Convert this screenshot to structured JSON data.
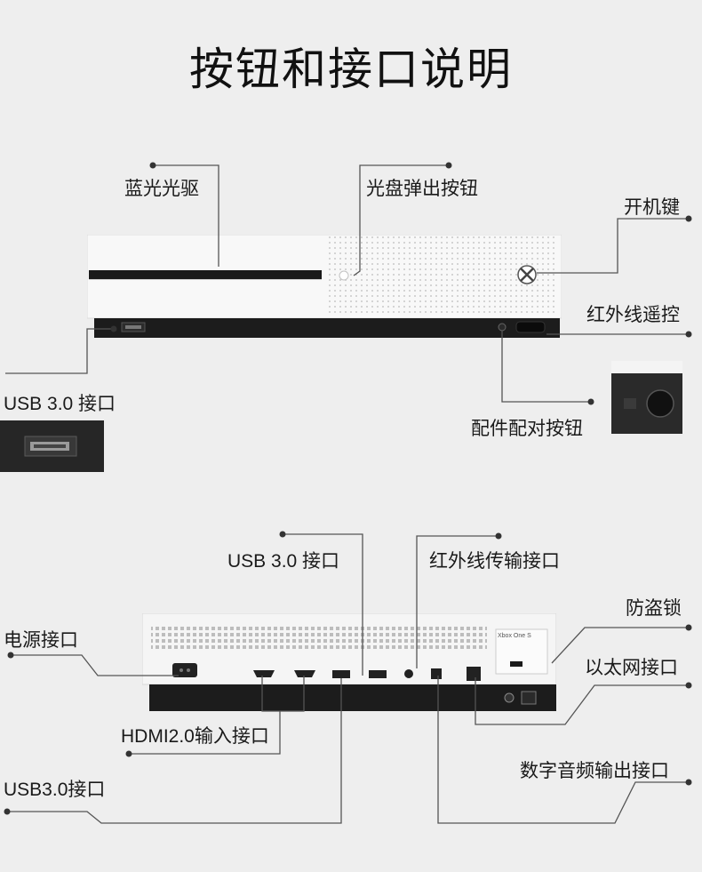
{
  "title": "按钮和接口说明",
  "front_labels": {
    "bluray": "蓝光光驱",
    "eject": "光盘弹出按钮",
    "power": "开机键",
    "ir_remote": "红外线遥控",
    "usb": "USB 3.0 接口",
    "pairing": "配件配对按钮"
  },
  "back_labels": {
    "usb_top": "USB 3.0 接口",
    "ir_out": "红外线传输接口",
    "lock": "防盗锁",
    "power_in": "电源接口",
    "ethernet": "以太网接口",
    "hdmi_in": "HDMI2.0输入接口",
    "usb_bottom": "USB3.0接口",
    "spdif": "数字音频输出接口"
  },
  "back_panel": {
    "brand": "Xbox One S"
  },
  "colors": {
    "console_white": "#f7f7f7",
    "console_black": "#1c1c1c",
    "leader_line": "#555555",
    "dot": "#333333"
  }
}
